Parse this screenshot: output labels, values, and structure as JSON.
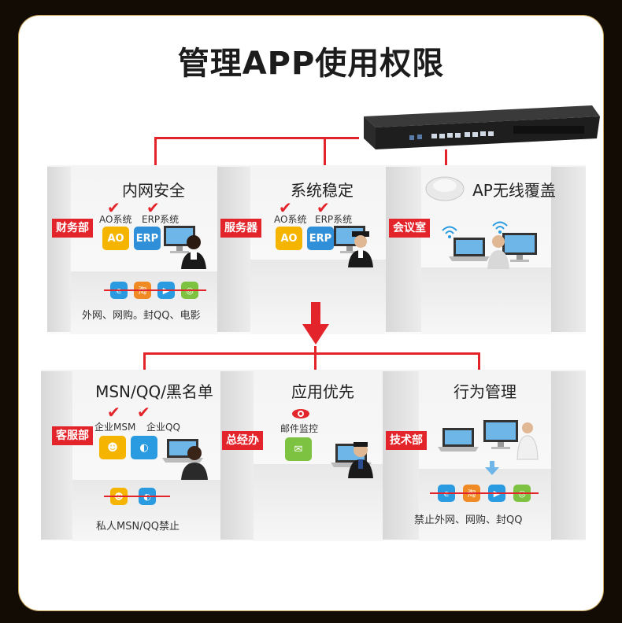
{
  "title": "管理APP使用权限",
  "colors": {
    "accent": "#e3252b",
    "frame": "#161006",
    "card": "#ffffff"
  },
  "rooms_top": [
    {
      "label": "内网安全",
      "tag": "财务部",
      "apps": [
        "AO系统",
        "ERP系统"
      ],
      "caption": "外网、网购。封QQ、电影"
    },
    {
      "label": "系统稳定",
      "tag": "服务器",
      "apps": [
        "AO系统",
        "ERP系统"
      ]
    },
    {
      "label": "AP无线覆盖",
      "tag": "会议室"
    }
  ],
  "rooms_bottom": [
    {
      "label": "MSN/QQ/黑名单",
      "tag": "客服部",
      "apps": [
        "企业MSM",
        "企业QQ"
      ],
      "caption": "私人MSN/QQ禁止"
    },
    {
      "label": "应用优先",
      "tag": "总经办",
      "apps": [
        "邮件监控"
      ]
    },
    {
      "label": "行为管理",
      "tag": "技术部",
      "caption": "禁止外网、网购、封QQ"
    }
  ],
  "tiles": {
    "ao": "AO",
    "erp": "ERP"
  },
  "icons": [
    "ao-tile-icon",
    "erp-tile-icon",
    "monitor-icon",
    "person-icon",
    "mail-icon",
    "eye-icon",
    "wifi-icon",
    "switch-icon",
    "arrow-down-icon"
  ]
}
